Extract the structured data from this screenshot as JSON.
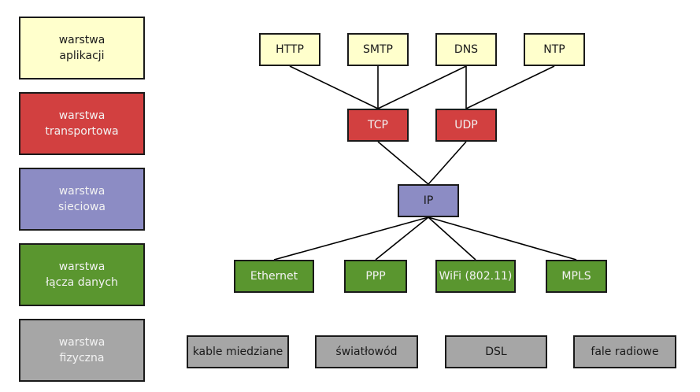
{
  "colors": {
    "application": "#ffffcc",
    "transport": "#d24040",
    "network": "#8c8cc4",
    "link": "#5a962f",
    "physical": "#a6a6a6",
    "border": "#1a1a1a",
    "line": "#000000"
  },
  "legend": [
    {
      "label": "warstwa\naplikacji"
    },
    {
      "label": "warstwa\ntransportowa"
    },
    {
      "label": "warstwa\nsieciowa"
    },
    {
      "label": "warstwa\nłącza danych"
    },
    {
      "label": "warstwa\nfizyczna"
    }
  ],
  "application": [
    "HTTP",
    "SMTP",
    "DNS",
    "NTP"
  ],
  "transport": [
    "TCP",
    "UDP"
  ],
  "network": [
    "IP"
  ],
  "link": [
    "Ethernet",
    "PPP",
    "WiFi (802.11)",
    "MPLS"
  ],
  "physical": [
    "kable miedziane",
    "światłowód",
    "DSL",
    "fale radiowe"
  ],
  "edges": [
    [
      "HTTP",
      "TCP"
    ],
    [
      "SMTP",
      "TCP"
    ],
    [
      "DNS",
      "TCP"
    ],
    [
      "DNS",
      "UDP"
    ],
    [
      "NTP",
      "UDP"
    ],
    [
      "TCP",
      "IP"
    ],
    [
      "UDP",
      "IP"
    ],
    [
      "IP",
      "Ethernet"
    ],
    [
      "IP",
      "PPP"
    ],
    [
      "IP",
      "WiFi (802.11)"
    ],
    [
      "IP",
      "MPLS"
    ]
  ]
}
